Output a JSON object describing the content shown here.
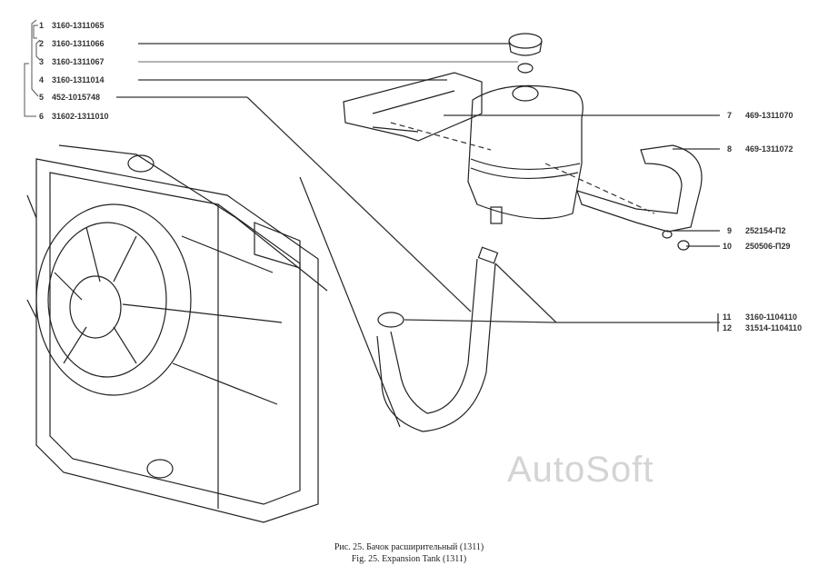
{
  "callouts": [
    {
      "num": "1",
      "part": "3160-1311065"
    },
    {
      "num": "2",
      "part": "3160-1311066"
    },
    {
      "num": "3",
      "part": "3160-1311067"
    },
    {
      "num": "4",
      "part": "3160-1311014"
    },
    {
      "num": "5",
      "part": "452-1015748"
    },
    {
      "num": "6",
      "part": "31602-1311010"
    },
    {
      "num": "7",
      "part": "469-1311070"
    },
    {
      "num": "8",
      "part": "469-1311072"
    },
    {
      "num": "9",
      "part": "252154-П2"
    },
    {
      "num": "10",
      "part": "250506-П29"
    },
    {
      "num": "11",
      "part": "3160-1104110"
    },
    {
      "num": "12",
      "part": "31514-1104110"
    }
  ],
  "caption": {
    "ru": "Рис. 25. Бачок расширительный (1311)",
    "en": "Fig. 25. Expansion Tank (1311)"
  },
  "watermark": "AutoSoft"
}
